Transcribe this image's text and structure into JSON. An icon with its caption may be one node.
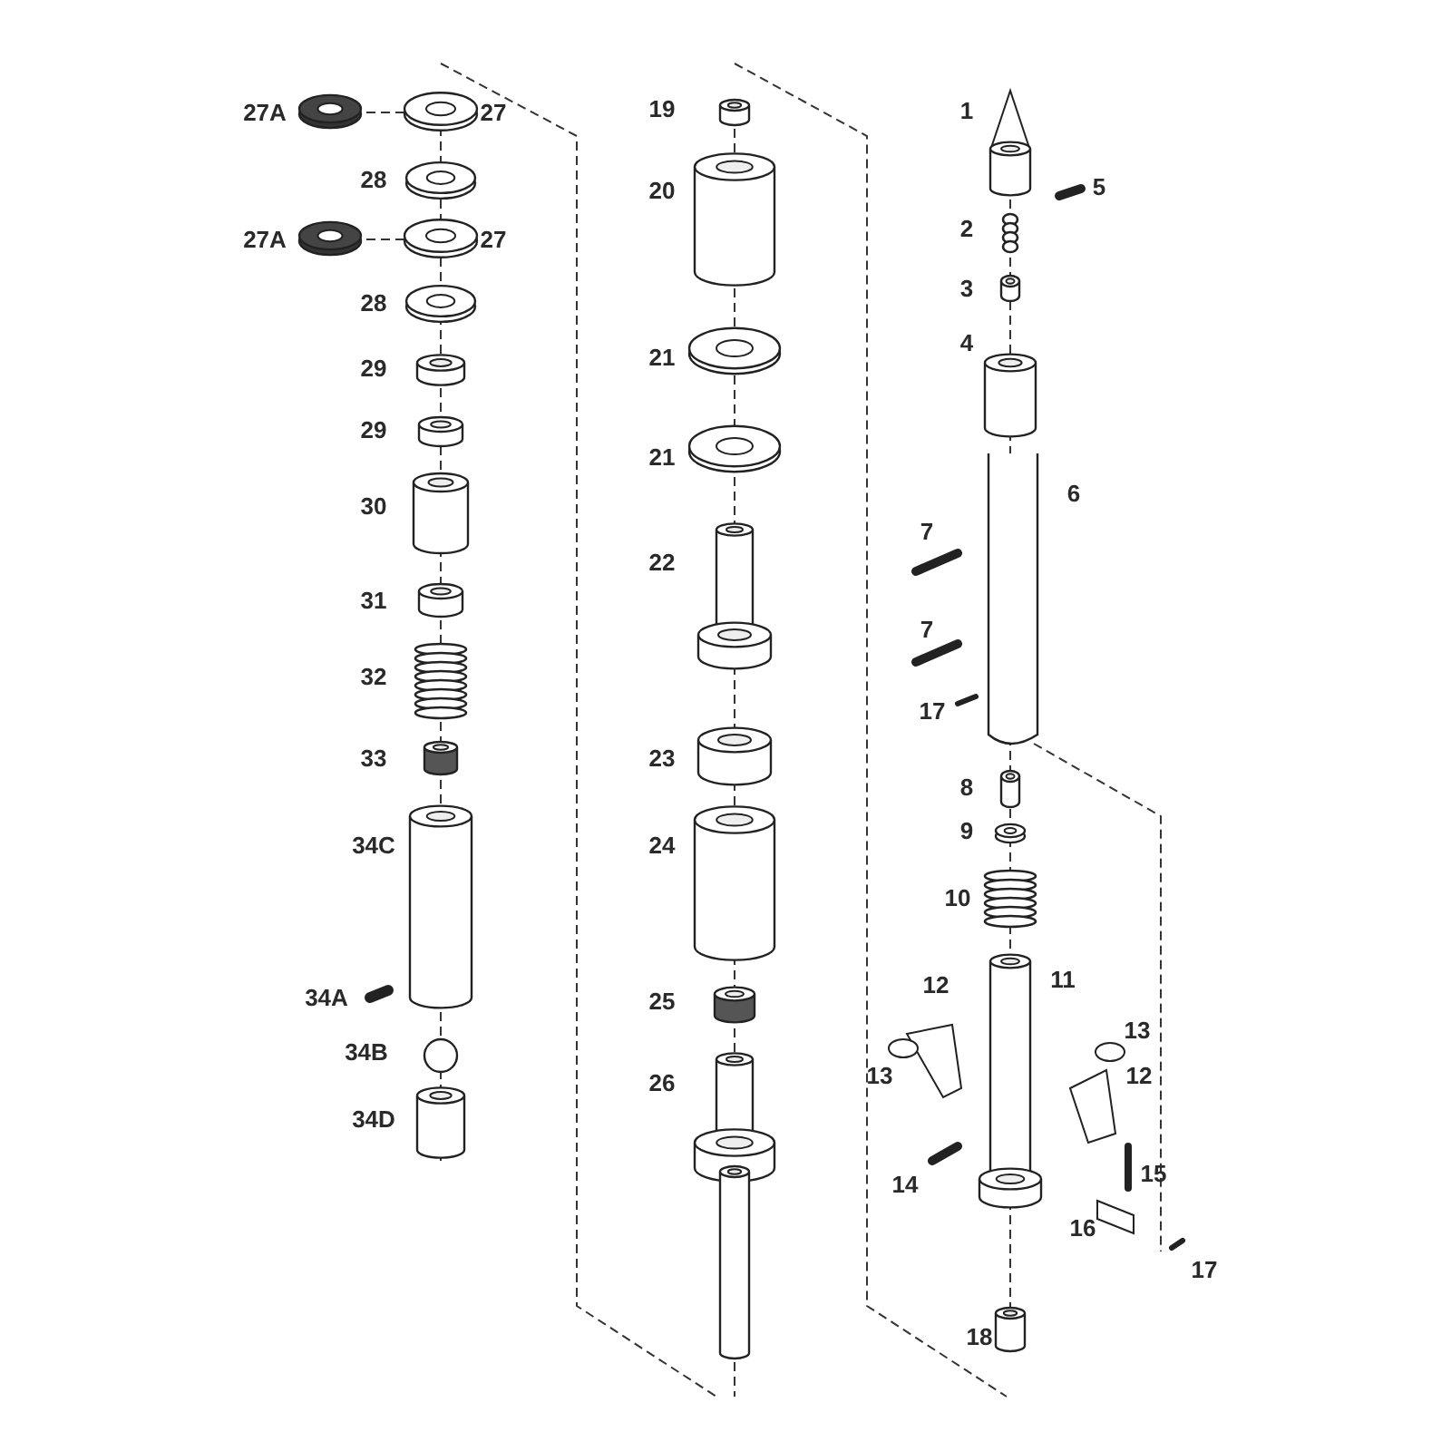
{
  "diagram": {
    "labels": [
      "27A",
      "27",
      "28",
      "27A",
      "27",
      "28",
      "29",
      "29",
      "30",
      "31",
      "32",
      "33",
      "34C",
      "34A",
      "34B",
      "34D",
      "19",
      "20",
      "21",
      "21",
      "22",
      "23",
      "24",
      "25",
      "26",
      "1",
      "5",
      "2",
      "3",
      "4",
      "6",
      "7",
      "7",
      "17",
      "8",
      "9",
      "10",
      "12",
      "11",
      "13",
      "13",
      "12",
      "15",
      "14",
      "16",
      "17",
      "18"
    ]
  }
}
